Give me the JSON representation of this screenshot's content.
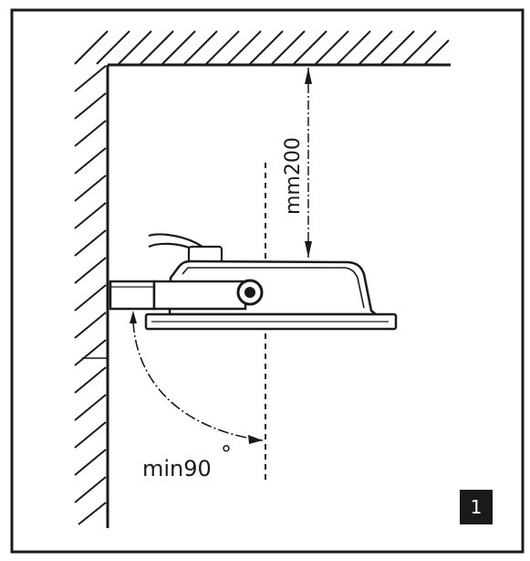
{
  "labels": {
    "clearance": "mm200",
    "angle": "min90",
    "degree_mark": "°",
    "figure_number": "1"
  },
  "colors": {
    "ink": "#1a1a1a",
    "background": "#ffffff"
  }
}
